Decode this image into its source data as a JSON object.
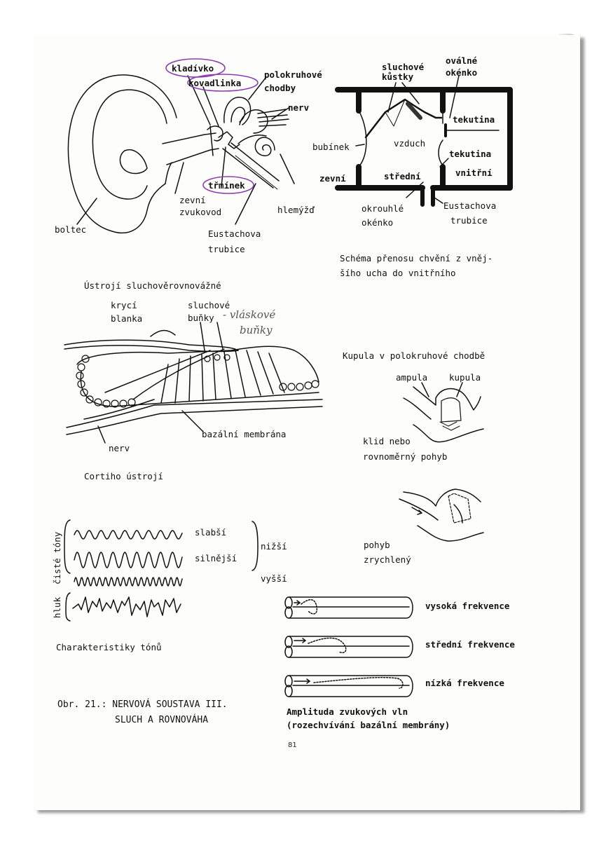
{
  "ear": {
    "kladivko": "kladívko",
    "kovadlinka": "kovadlinka",
    "polokruhove_l1": "polokruhové",
    "polokruhove_l2": "chodby",
    "nerv": "nerv",
    "trminek": "třmínek",
    "zevni_l1": "zevní",
    "zevni_l2": "zvukovod",
    "hlemyzd": "hlemýžď",
    "boltec": "boltec",
    "eustachova_l1": "Eustachova",
    "eustachova_l2": "trubice",
    "highlight_color": "#8a3fb0"
  },
  "schema": {
    "sluchove_l1": "sluchové",
    "sluchove_l2": "kůstky",
    "ovalne_l1": "oválné",
    "ovalne_l2": "okénko",
    "tekutina_top": "tekutina",
    "bubinek": "bubínek",
    "vzduch": "vzduch",
    "tekutina_bottom": "tekutina",
    "zevni": "zevní",
    "stredni": "střední",
    "vnitrni": "vnitřní",
    "okrouhle_l1": "okrouhlé",
    "okrouhle_l2": "okénko",
    "eustachova_l1": "Eustachova",
    "eustachova_l2": "trubice",
    "caption_l1": "Schéma přenosu chvění z vněj-",
    "caption_l2": "šího ucha do vnitřního"
  },
  "organ": {
    "title": "Ústrojí sluchověrovnovážné",
    "kryci_l1": "krycí",
    "kryci_l2": "blanka",
    "sluchove_l1": "sluchové",
    "sluchove_l2": "buňky",
    "handwritten_l1": "- vláskové",
    "handwritten_l2": "buňky",
    "nerv": "nerv",
    "bazalni": "bazální membrána",
    "caption": "Cortiho ústrojí"
  },
  "kupula": {
    "title": "Kupula v polokruhové chodbě",
    "ampula": "ampula",
    "kupula": "kupula",
    "klid_l1": "klid nebo",
    "klid_l2": "rovnoměrný pohyb",
    "pohyb_l1": "pohyb",
    "pohyb_l2": "zrychlený"
  },
  "tones": {
    "ciste": "čisté tóny",
    "hluk": "hluk",
    "slabsi": "slabší",
    "silnejsi": "silnější",
    "nizsi": "nižší",
    "vyssi": "vyšší",
    "caption": "Charakteristiky tónů"
  },
  "amplitude": {
    "vysoka": "vysoká frekvence",
    "stredni": "střední frekvence",
    "nizka": "nízká frekvence",
    "caption_l1": "Amplituda zvukových vln",
    "caption_l2": "(rozechvívání bazální membrány)"
  },
  "figure": {
    "line1": "Obr. 21.: NERVOVÁ SOUSTAVA III.",
    "line2": "SLUCH A ROVNOVÁHA"
  },
  "page_number": "81"
}
